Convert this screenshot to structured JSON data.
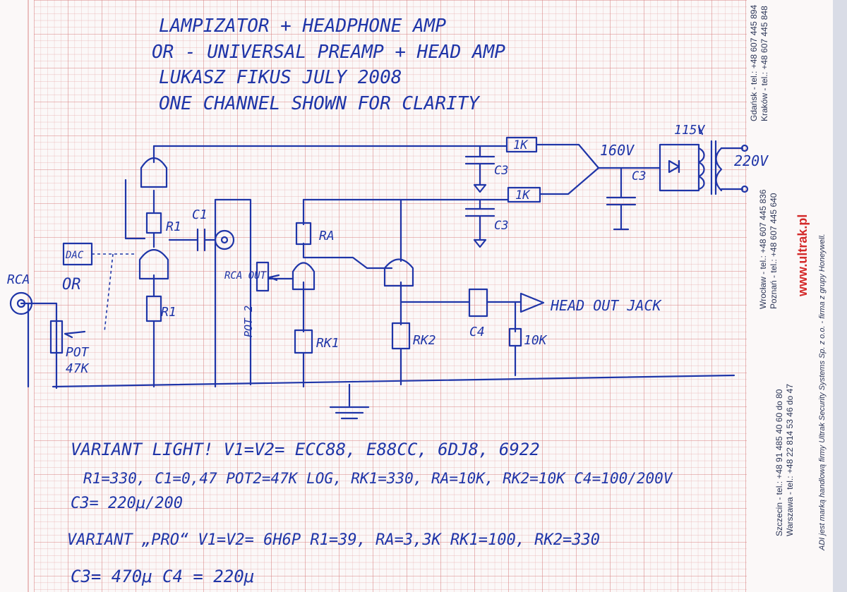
{
  "title_lines": [
    "LAMPIZATOR + HEADPHONE AMP",
    "OR - UNIVERSAL PREAMP + HEAD AMP",
    "LUKASZ FIKUS   JULY 2008",
    "ONE CHANNEL SHOWN FOR CLARITY"
  ],
  "labels": {
    "r1k_top": "1K",
    "r1k_mid": "1K",
    "v160": "160V",
    "v115": "115V",
    "v220": "220V",
    "c3a": "C3",
    "c3b": "C3",
    "c3c": "C3",
    "c1": "C1",
    "r1a": "R1",
    "r1b": "R1",
    "ra": "RA",
    "rca_in": "RCA",
    "dac": "DAC",
    "or": "OR",
    "pot": "POT",
    "pot_val": "47K",
    "rca_out": "RCA OUT",
    "pot2": "POT 2",
    "rk1": "RK1",
    "rk2": "RK2",
    "c4": "C4",
    "r10k": "10K",
    "head_out": "HEAD OUT JACK"
  },
  "notes": [
    "VARIANT LIGHT! V1=V2= ECC88, E88CC, 6DJ8, 6922",
    "R1=330, C1=0,47 POT2=47K LOG, RK1=330, RA=10K, RK2=10K C4=100/200V",
    "C3= 220μ/200",
    "VARIANT „PRO“ V1=V2= 6H6P  R1=39, RA=3,3K RK1=100, RK2=330",
    "C3= 470μ  C4 = 220μ"
  ],
  "margin_print": {
    "gdansk": "Gdańsk - tel.: +48 607 445 894",
    "krakow": "Kraków - tel.: +48 607 445 848",
    "wroclaw": "Wrocław - tel.: +48 607 445 836",
    "poznan": "Poznań   - tel.: +48 607 445 640",
    "szczecin": "Szczecin - tel.: +48 91 485 40 60 do 80",
    "warszawa": "Warszawa - tel.: +48 22 814 53 46 do 47",
    "website": "www.ultrak.pl",
    "adi": "ADI jest marką handlową firmy Ultrak Security Systems Sp. z o.o. - firma z grupy Honeywell."
  },
  "colors": {
    "ink": "#1f35a8",
    "grid_minor": "#e6a9a9",
    "grid_major": "#d98282",
    "paper": "#fbf8f8",
    "brand": "#d42a2a"
  }
}
